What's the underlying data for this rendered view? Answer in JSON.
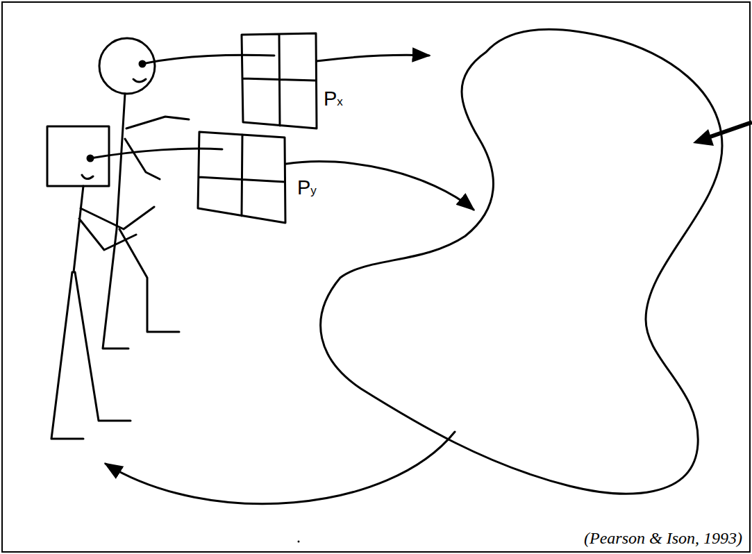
{
  "diagram": {
    "caption": "(Pearson & Ison, 1993)",
    "labels": [
      "Px",
      "Py"
    ]
  }
}
